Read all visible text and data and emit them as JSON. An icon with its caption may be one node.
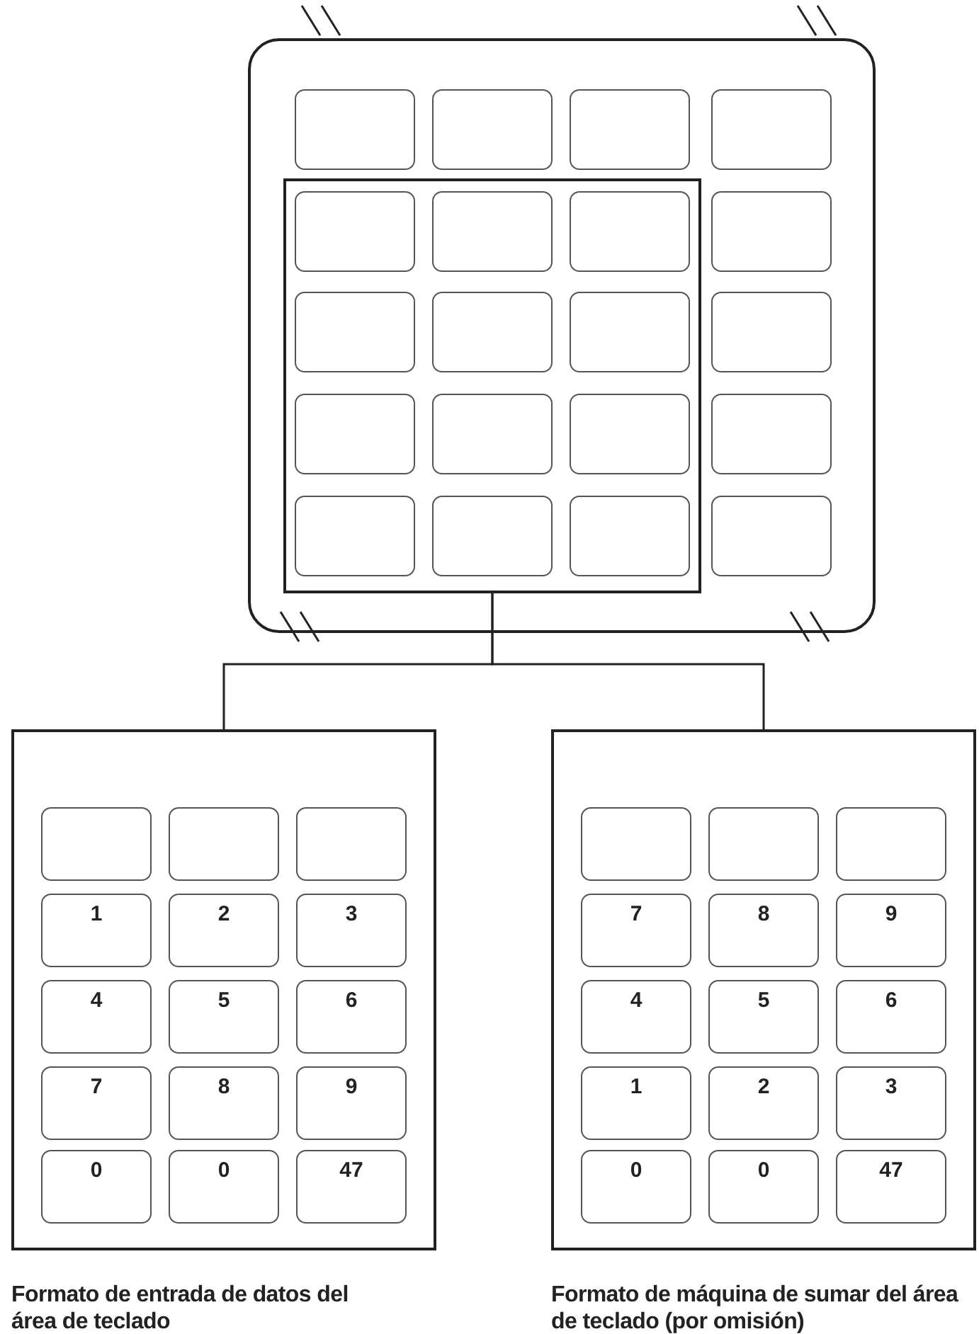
{
  "diagram": {
    "nodes": [
      {
        "text": [],
        "shape": "box"
      },
      {
        "text": [],
        "shape": "box",
        "in": 0
      },
      {
        "text": [],
        "shape": "box",
        "in": 0
      },
      {
        "text": [],
        "shape": "box",
        "in": 0
      },
      {
        "text": [],
        "shape": "box",
        "in": 0
      },
      {
        "text": [],
        "shape": "box",
        "in": 0
      },
      {
        "text": [],
        "shape": "box",
        "in": 5
      },
      {
        "text": [],
        "shape": "box",
        "in": 5
      },
      {
        "text": [],
        "shape": "box",
        "in": 5
      },
      {
        "text": [],
        "shape": "box",
        "in": 5
      },
      {
        "text": [],
        "shape": "box",
        "in": 5
      },
      {
        "text": [],
        "shape": "box",
        "in": 5
      },
      {
        "text": [],
        "shape": "box",
        "in": 5
      },
      {
        "text": [],
        "shape": "box",
        "in": 5
      },
      {
        "text": [],
        "shape": "box",
        "in": 5
      },
      {
        "text": [],
        "shape": "box",
        "in": 5
      },
      {
        "text": [],
        "shape": "box",
        "in": 5
      },
      {
        "text": [],
        "shape": "box",
        "in": 5
      },
      {
        "text": [],
        "shape": "box",
        "in": 0
      },
      {
        "text": [],
        "shape": "box",
        "in": 0
      },
      {
        "text": [],
        "shape": "box",
        "in": 0
      },
      {
        "text": [],
        "shape": "box",
        "in": 0
      },
      {
        "text": [],
        "shape": "box",
        "beside": [
          "Formato de entrada de datos del área de teclado"
        ]
      },
      {
        "text": [],
        "shape": "box",
        "in": 22
      },
      {
        "text": [],
        "shape": "box",
        "in": 22
      },
      {
        "text": [],
        "shape": "box",
        "in": 22
      },
      {
        "text": [
          "1"
        ],
        "in": 22
      },
      {
        "text": [
          "2"
        ],
        "in": 22
      },
      {
        "text": [
          "3"
        ],
        "in": 22
      },
      {
        "text": [
          "4"
        ],
        "in": 22
      },
      {
        "text": [
          "5"
        ],
        "in": 22
      },
      {
        "text": [
          "6"
        ],
        "in": 22
      },
      {
        "text": [
          "7"
        ],
        "in": 22
      },
      {
        "text": [
          "8"
        ],
        "in": 22
      },
      {
        "text": [
          "9"
        ],
        "in": 22
      },
      {
        "text": [
          "0"
        ],
        "in": 22
      },
      {
        "text": [
          "0"
        ],
        "in": 22
      },
      {
        "text": [
          "47"
        ],
        "in": 22
      },
      {
        "text": [],
        "shape": "box",
        "beside": [
          "Formato de máquina de sumar del área de teclado (por omisión)"
        ]
      },
      {
        "text": [],
        "shape": "box",
        "in": 38
      },
      {
        "text": [],
        "shape": "box",
        "in": 38
      },
      {
        "text": [],
        "shape": "box",
        "in": 38
      },
      {
        "text": [
          "7"
        ],
        "in": 38
      },
      {
        "text": [
          "8"
        ],
        "in": 38
      },
      {
        "text": [
          "9"
        ],
        "in": 38
      },
      {
        "text": [
          "4"
        ],
        "in": 38
      },
      {
        "text": [
          "5"
        ],
        "in": 38
      },
      {
        "text": [
          "6"
        ],
        "in": 38
      },
      {
        "text": [
          "1"
        ],
        "in": 38
      },
      {
        "text": [
          "2"
        ],
        "in": 38
      },
      {
        "text": [
          "3"
        ],
        "in": 38
      },
      {
        "text": [
          "0"
        ],
        "in": 38
      },
      {
        "text": [
          "0"
        ],
        "in": 38
      },
      {
        "text": [
          "47"
        ],
        "in": 38
      }
    ],
    "edges": [
      {
        "from": 5,
        "to": 22,
        "arrow": "none"
      },
      {
        "from": 5,
        "to": 38,
        "arrow": "none"
      }
    ]
  }
}
